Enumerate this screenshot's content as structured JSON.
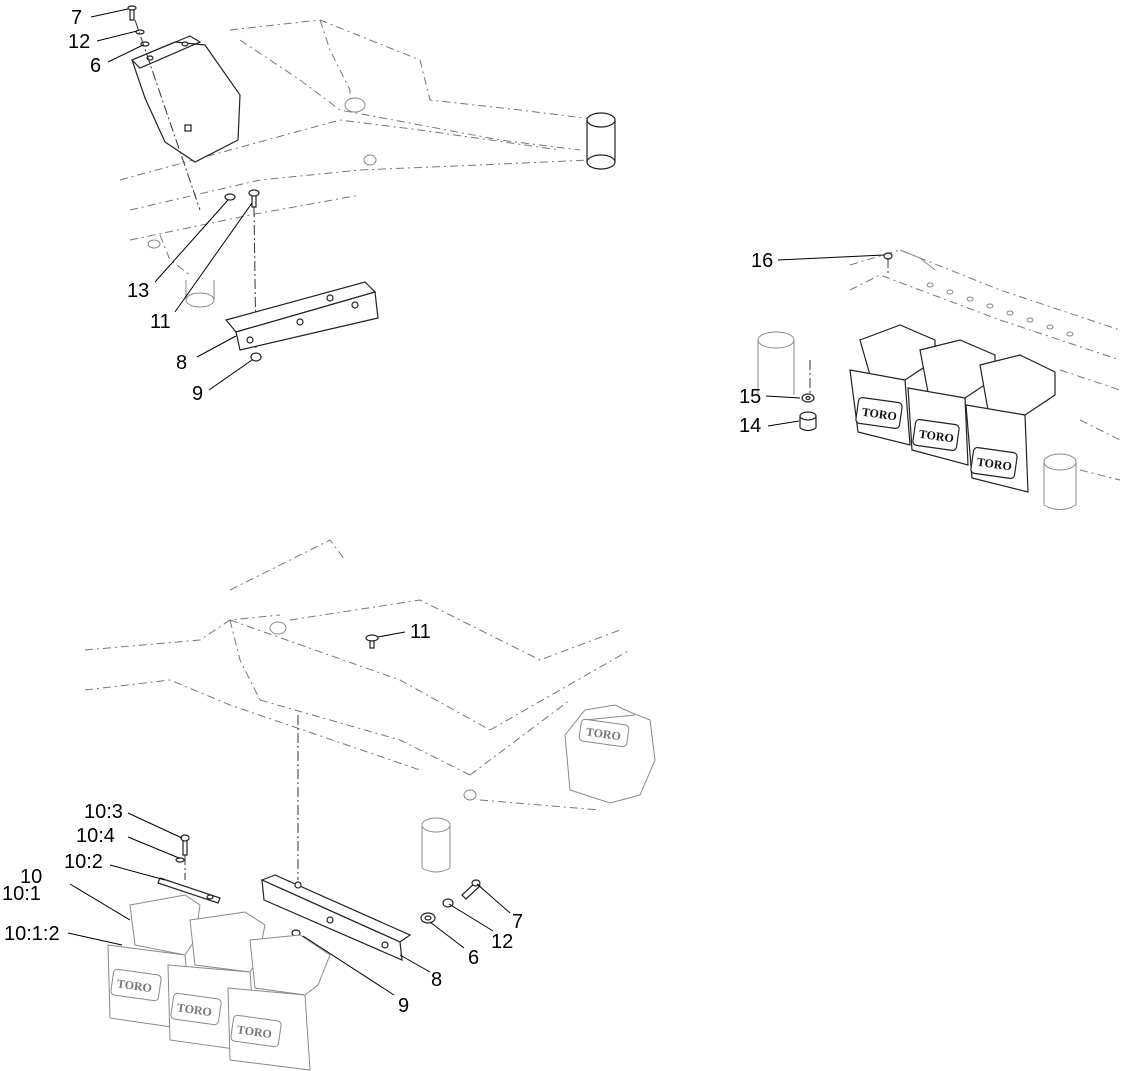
{
  "diagram": {
    "callouts": {
      "tl_7": "7",
      "tl_12": "12",
      "tl_6": "6",
      "tl_13": "13",
      "tl_11": "11",
      "tl_8": "8",
      "tl_9": "9",
      "tr_16": "16",
      "tr_15": "15",
      "tr_14": "14",
      "b_11": "11",
      "b_10_3": "10:3",
      "b_10_4": "10:4",
      "b_10_2": "10:2",
      "b_10": "10",
      "b_10_1": "10:1",
      "b_10_1_2": "10:1:2",
      "b_7": "7",
      "b_12": "12",
      "b_6": "6",
      "b_8": "8",
      "b_9": "9"
    },
    "logo_text": "TORO"
  }
}
